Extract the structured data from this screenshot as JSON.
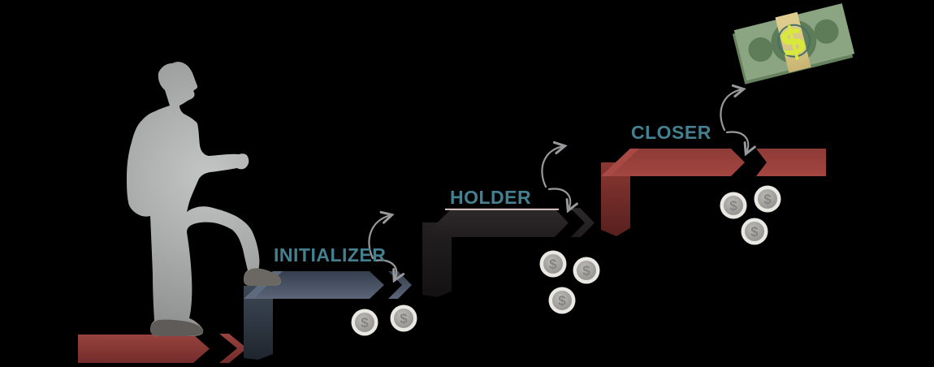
{
  "illustration": {
    "background_color": "#000000",
    "label_color": "#44808F",
    "arrow_color": "#98999B",
    "figure": {
      "name": "businessman-climbing-stairs",
      "color": "#A9AAAA"
    },
    "steps": [
      {
        "name": "base-step",
        "label": "",
        "color": "#8C3A37"
      },
      {
        "name": "initializer-step",
        "label": "INITIALIZER",
        "color": "#47536A"
      },
      {
        "name": "holder-step",
        "label": "HOLDER",
        "color": "#272324"
      },
      {
        "name": "closer-step",
        "label": "CLOSER",
        "color": "#98413C"
      }
    ],
    "coin": {
      "symbol": "$",
      "count": 8,
      "ring_color": "#EAE8E2",
      "face_color": "#A5A4A0",
      "symbol_color": "#85847F"
    },
    "bill": {
      "symbol": "$",
      "body_color": "#8BA583",
      "pattern_color": "#5D7C57",
      "band_color": "#DECD8F",
      "symbol_color": "#D9E93C"
    }
  }
}
